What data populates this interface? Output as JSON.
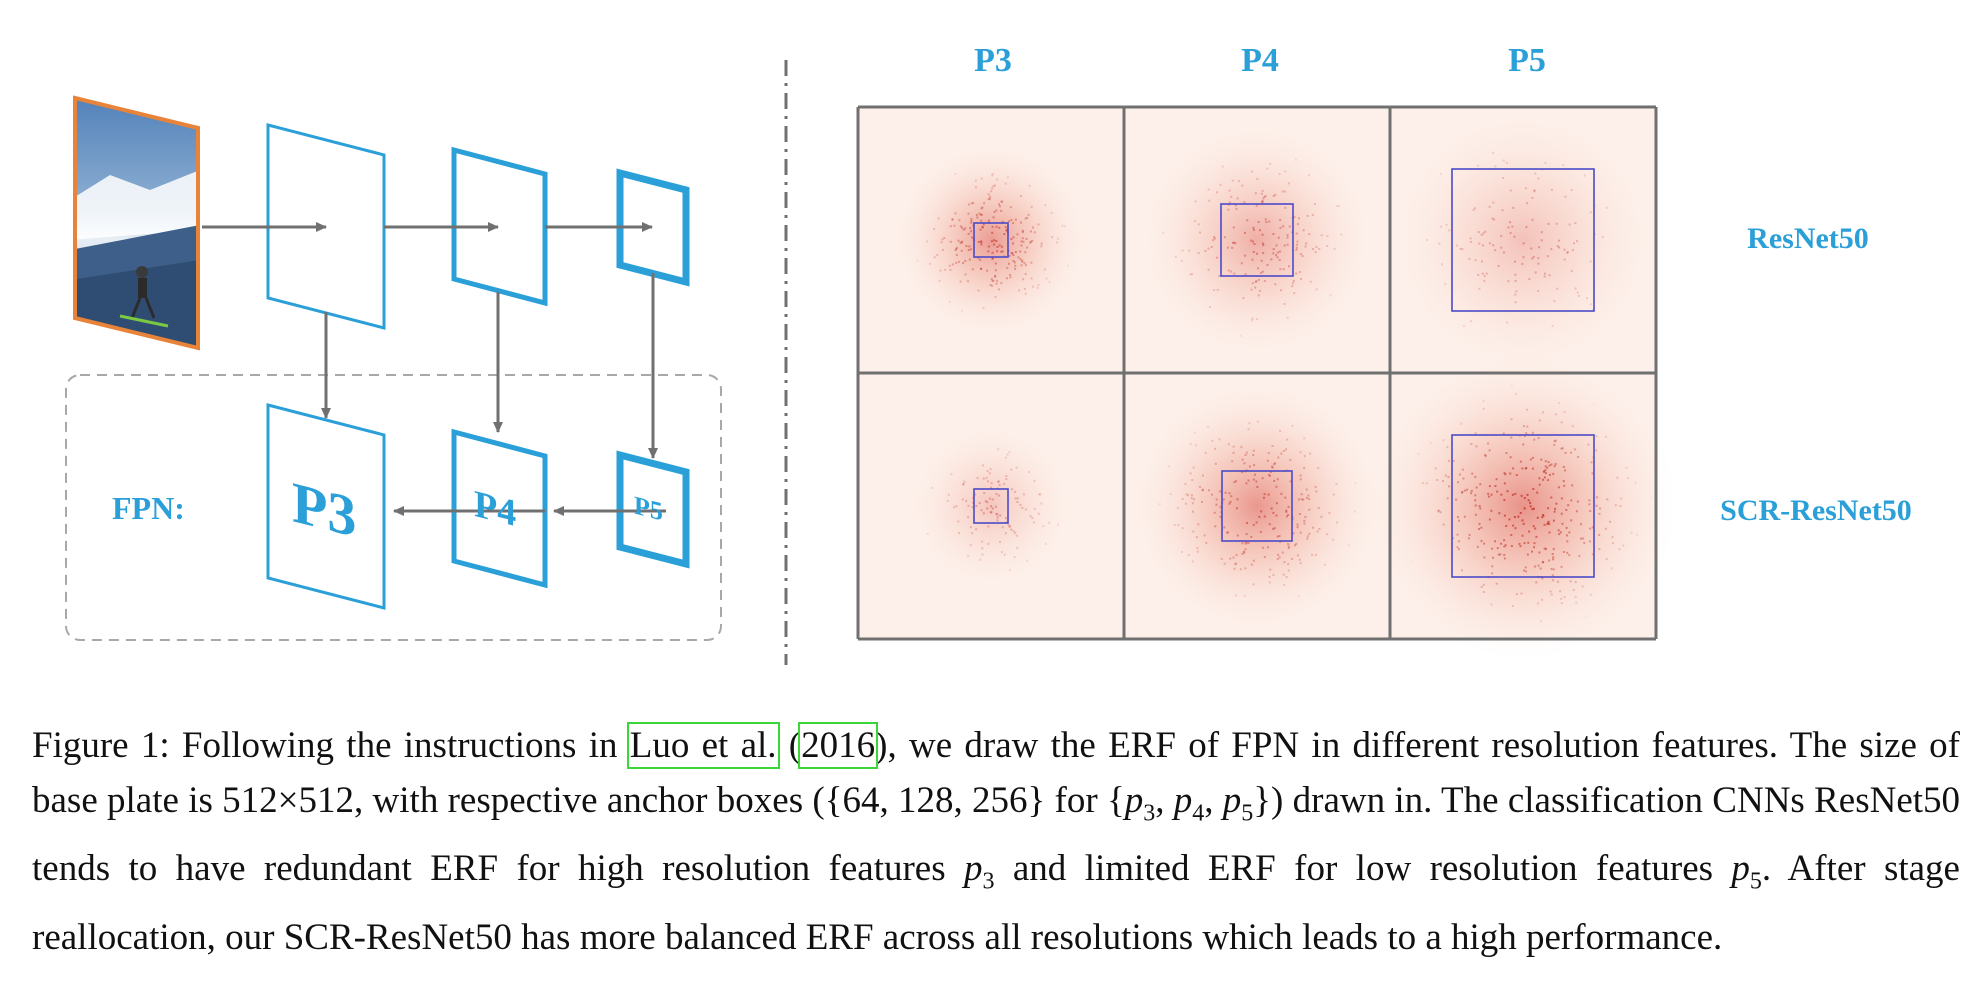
{
  "figure": {
    "fpn_diagram": {
      "fpn_label": "FPN:",
      "levels": [
        "P3",
        "P4",
        "P5"
      ]
    },
    "erf_grid": {
      "column_headers": [
        "P3",
        "P4",
        "P5"
      ],
      "row_headers": [
        "ResNet50",
        "SCR-ResNet50"
      ]
    },
    "colors": {
      "accent_blue": "#2a9fd8",
      "image_border": "#e8833a",
      "arrow_gray": "#707070",
      "grid_border": "#707070",
      "anchor_box": "#4b4bc8",
      "erf_red": "#c0322a",
      "cell_background": "#fdf0ea",
      "citation_box": "#3ad63a"
    }
  },
  "caption": {
    "line1_a": "Figure 1: Following the instructions in ",
    "cite_author": "Luo et al.",
    "cite_open": " (",
    "cite_year": "2016",
    "line1_b": "), we draw the ERF of FPN in different resolution features. The size of base plate is 512×512, with respective anchor boxes ({64, 128, 256} for {",
    "p": "p",
    "sub3": "3",
    "sub4": "4",
    "sub5": "5",
    "sep": ", ",
    "line2_a": "}) drawn in. The classification CNNs ResNet50 tends to have redundant ERF for high resolution features ",
    "line2_b": " and limited ERF for low resolution features ",
    "line2_c": ". After stage reallocation, our SCR-ResNet50 has more balanced ERF across all resolutions which leads to a high performance."
  }
}
